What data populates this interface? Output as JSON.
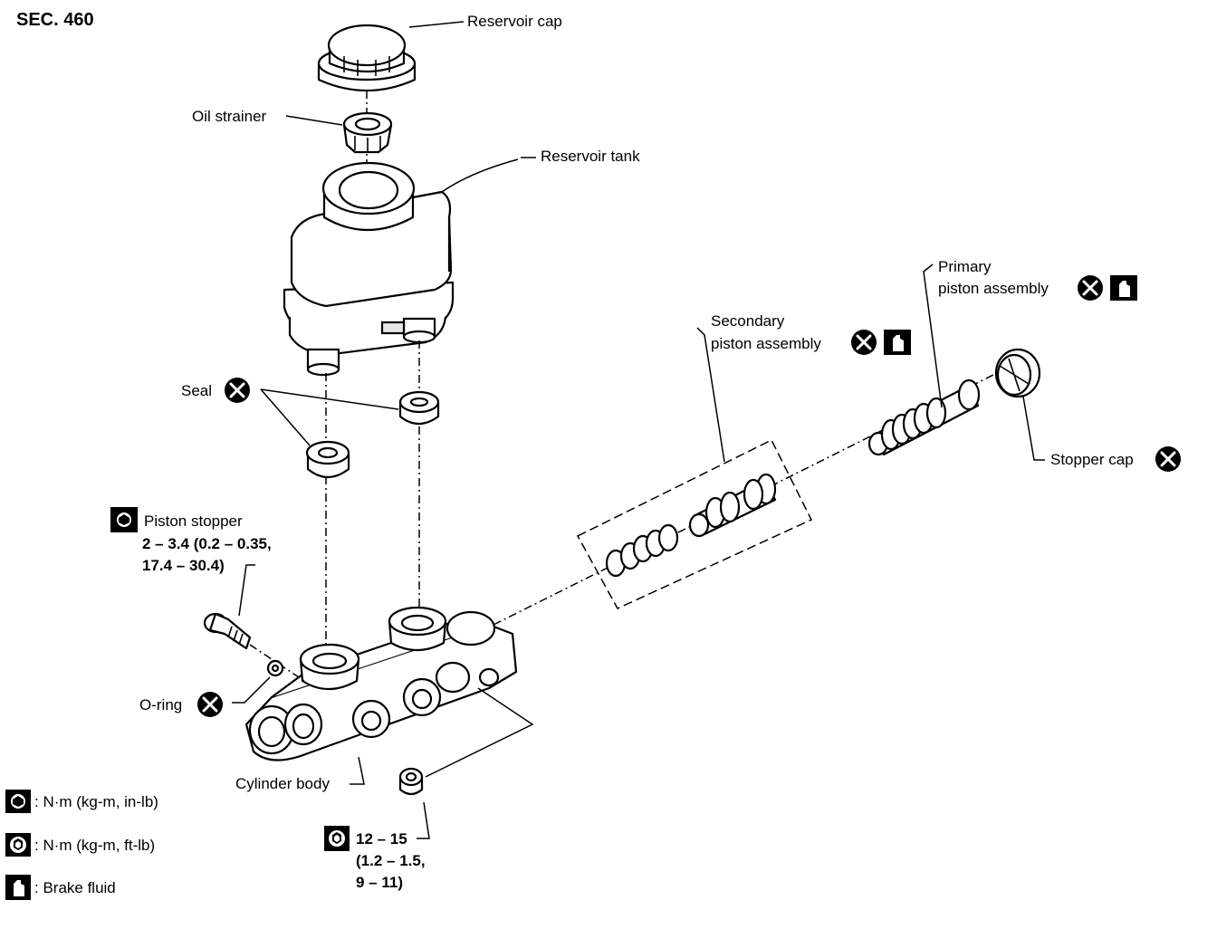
{
  "section": "SEC. 460",
  "labels": {
    "reservoir_cap": "Reservoir cap",
    "oil_strainer": "Oil strainer",
    "reservoir_tank": "Reservoir tank",
    "seal": "Seal",
    "primary_line1": "Primary",
    "primary_line2": "piston assembly",
    "secondary_line1": "Secondary",
    "secondary_line2": "piston assembly",
    "stopper_cap": "Stopper cap",
    "piston_stopper": "Piston stopper",
    "piston_stopper_torque1": "2 – 3.4 (0.2 – 0.35,",
    "piston_stopper_torque2": "17.4 – 30.4)",
    "o_ring": "O-ring",
    "cylinder_body": "Cylinder body",
    "bolt_torque1": "12 – 15",
    "bolt_torque2": "(1.2 – 1.5,",
    "bolt_torque3": "9 – 11)"
  },
  "legend": [
    {
      "icon": "torque-in-lb-icon",
      "text": ": N·m (kg-m, in-lb)"
    },
    {
      "icon": "torque-ft-lb-icon",
      "text": ": N·m (kg-m, ft-lb)"
    },
    {
      "icon": "brake-fluid-icon",
      "text": ": Brake fluid"
    }
  ]
}
